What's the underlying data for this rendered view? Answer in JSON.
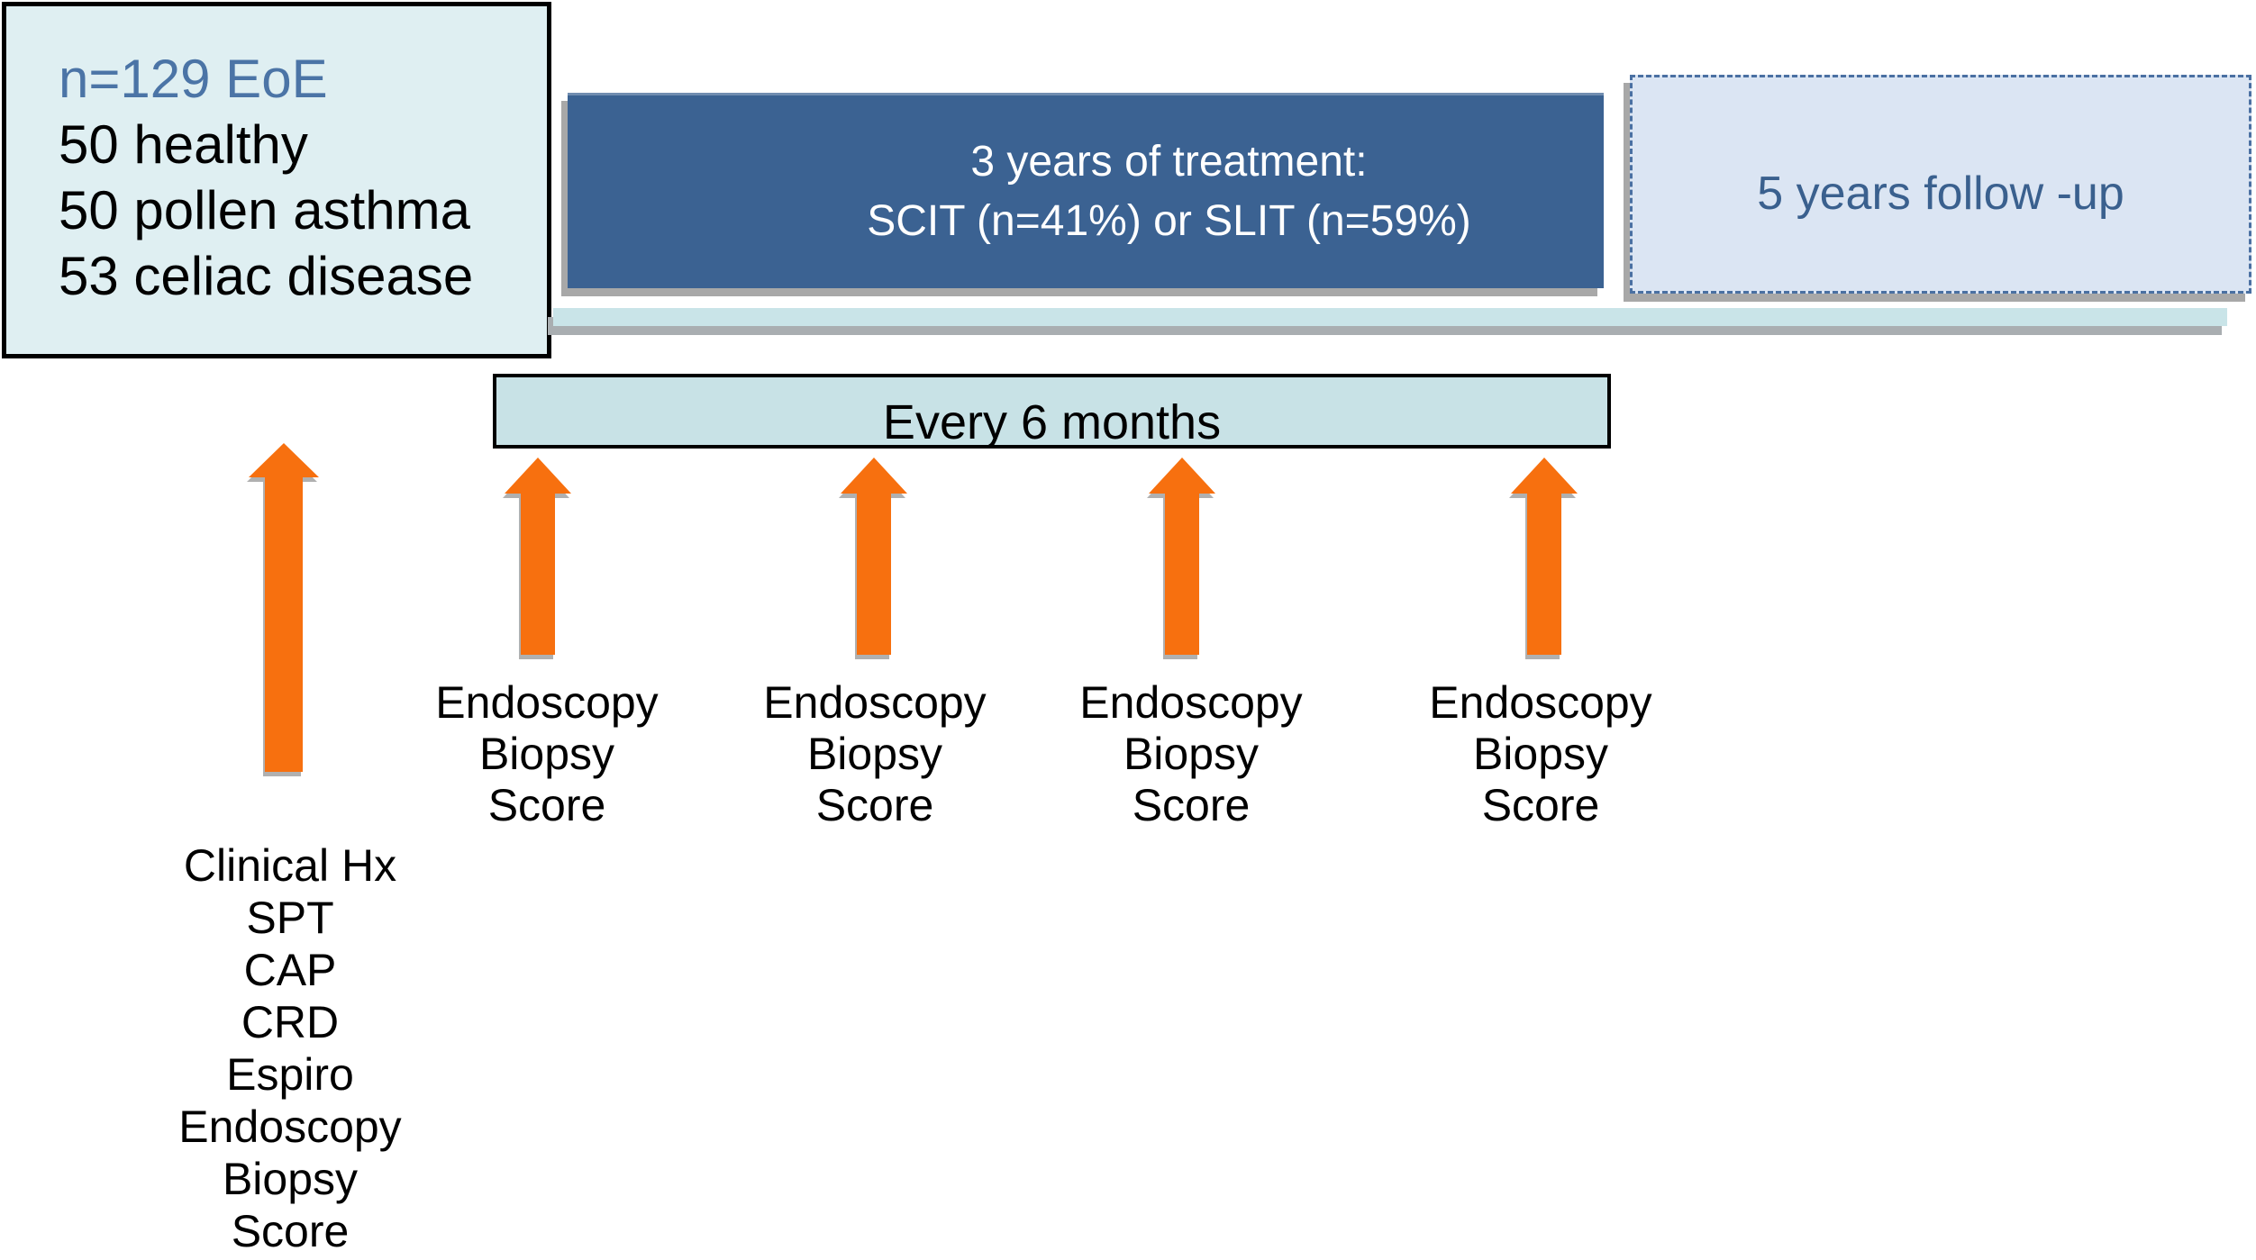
{
  "palette": {
    "orange": "#F7700F",
    "dark_blue": "#3B6292",
    "steel_text": "#4B74A6",
    "followup_text": "#3A608E",
    "dashed_border": "#4A70A2",
    "light_cyan": "#DFEFF2",
    "teal_fill": "#C8E2E6",
    "teal_bar": "#C9E4E8",
    "followup_fill": "#DBE5F3",
    "shadow_gray": "#A8A8A8"
  },
  "cohort_box": {
    "headline": "n=129 EoE",
    "lines": [
      "50 healthy",
      "50 pollen asthma",
      "53 celiac disease"
    ]
  },
  "treatment_box": {
    "line1": "3 years of treatment:",
    "line2": "SCIT (n=41%) or SLIT (n=59%)"
  },
  "followup_box": {
    "label": "5 years follow -up"
  },
  "interval_box": {
    "label": "Every 6 months"
  },
  "assessment": {
    "lines": [
      "Endoscopy",
      "Biopsy",
      "Score"
    ]
  },
  "baseline": {
    "lines": [
      "Clinical Hx",
      "SPT",
      "CAP",
      "CRD",
      "Espiro",
      "Endoscopy",
      "Biopsy",
      "Score"
    ]
  }
}
